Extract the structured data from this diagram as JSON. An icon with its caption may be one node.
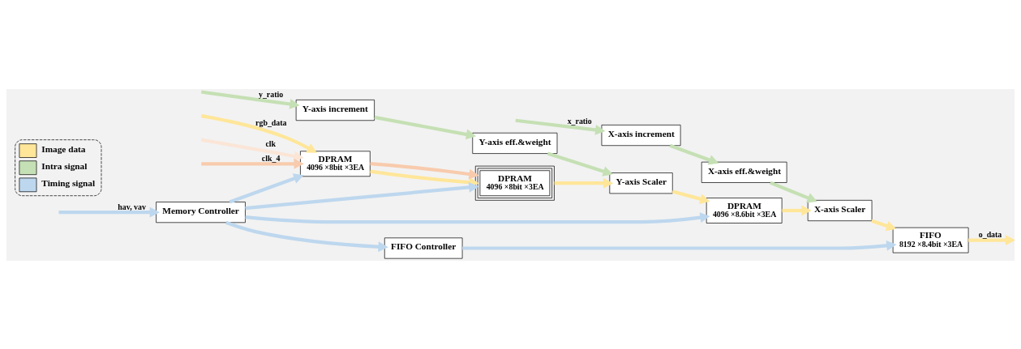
{
  "diagram": {
    "nodes": [
      {
        "text": [
          "X-axis increment"
        ]
      },
      {
        "text": [
          "Y-axis increment"
        ]
      },
      {
        "text": [
          "Y-axis eff.&weight"
        ]
      },
      {
        "text": [
          "DPRAM",
          "4096 ×8bit ×3EA"
        ]
      },
      {
        "text": [
          "DPRAM",
          "4096 ×8bit ×3EA"
        ]
      },
      {
        "text": [
          "Y-axis Scaler"
        ]
      },
      {
        "text": [
          "X-axis eff.&weight"
        ]
      },
      {
        "text": [
          "DPRAM",
          "4096 ×8.6bit ×3EA"
        ]
      },
      {
        "text": [
          "X-axis Scaler"
        ]
      },
      {
        "text": [
          "FIFO",
          "8192 ×8.4bit ×3EA"
        ]
      },
      {
        "text": [
          "Memory Controller"
        ]
      },
      {
        "text": [
          "FIFO Controller"
        ]
      }
    ],
    "edges": [
      {
        "from": null,
        "to": 0,
        "arrow": "to",
        "label": "x_ratio",
        "color": "#c5e0b4"
      },
      {
        "from": null,
        "to": 1,
        "arrow": "to",
        "label": "y_ratio",
        "color": "#c5e0b4"
      },
      {
        "from": null,
        "to": 3,
        "arrow": "to",
        "label": "rgb_data"
      },
      {
        "from": null,
        "to": 3,
        "arrow": "to",
        "label": "clk",
        "color": "#fbe5d6"
      },
      {
        "from": null,
        "to": 3,
        "arrow": "to",
        "label": "clk_4",
        "color": "#f8cbad"
      },
      {
        "from": null,
        "to": 10,
        "arrow": "to",
        "label": "hav, vav",
        "color": "#bdd7ee"
      },
      {
        "from": 0,
        "to": 6,
        "arrow": "to",
        "color": "#c5e0b4"
      },
      {
        "from": 1,
        "to": 2,
        "arrow": "to",
        "color": "#c5e0b4"
      },
      {
        "from": 2,
        "to": 5,
        "arrow": "to",
        "color": "#c5e0b4"
      },
      {
        "from": 3,
        "to": 4,
        "arrow": "to"
      },
      {
        "from": 3,
        "to": 4,
        "arrow": "to",
        "color": "#f8cbad"
      },
      {
        "from": 4,
        "to": 5,
        "arrow": "to"
      },
      {
        "from": 5,
        "to": 7,
        "arrow": "to"
      },
      {
        "from": 6,
        "to": 8,
        "arrow": "to",
        "color": "#c5e0b4"
      },
      {
        "from": 7,
        "to": 8,
        "arrow": "to"
      },
      {
        "from": 8,
        "to": 9,
        "arrow": "to"
      },
      {
        "from": 9,
        "to": null,
        "arrow": "to",
        "label": "o_data"
      },
      {
        "from": 10,
        "to": 3,
        "arrow": "to",
        "color": "#bdd7ee"
      },
      {
        "from": 10,
        "to": 4,
        "arrow": "to",
        "color": "#bdd7ee"
      },
      {
        "from": 10,
        "to": 7,
        "arrow": "to",
        "color": "#bdd7ee"
      },
      {
        "from": 10,
        "to": 11,
        "arrow": "to",
        "color": "#bdd7ee"
      },
      {
        "from": 11,
        "to": 9,
        "arrow": "to",
        "color": "#bdd7ee"
      }
    ],
    "legend": [
      {
        "text": "Image data",
        "color": "#ffe699"
      },
      {
        "text": "Intra signal",
        "color": "#c5e0b4"
      },
      {
        "text": "Timing signal",
        "color": "#bdd7ee"
      }
    ]
  }
}
